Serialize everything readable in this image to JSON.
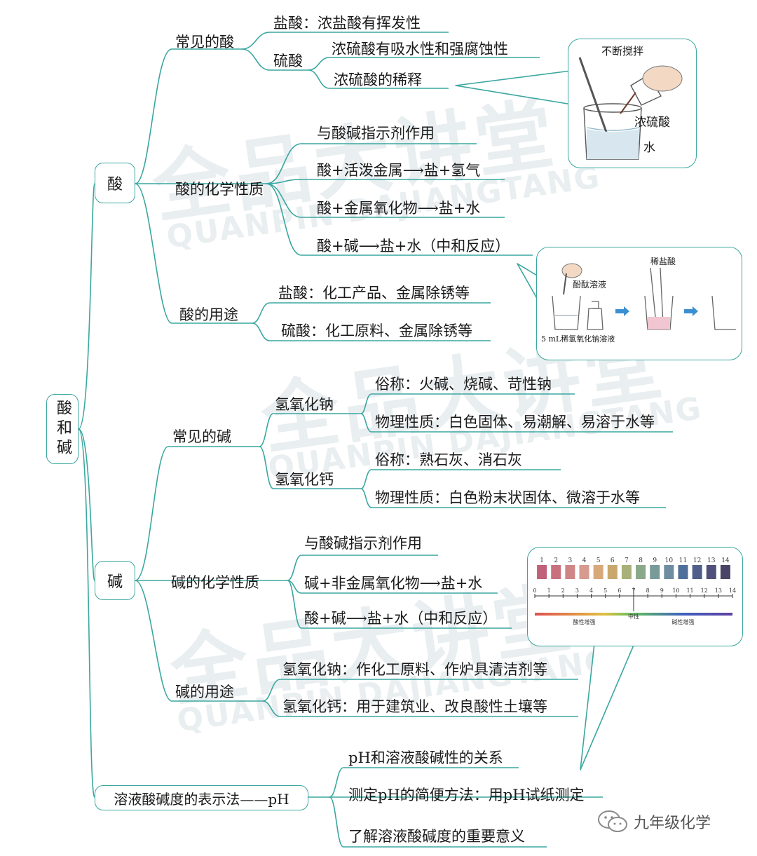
{
  "root": "酸和碱",
  "acid": {
    "label": "酸",
    "common": {
      "label": "常见的酸",
      "hcl": "盐酸：浓盐酸有挥发性",
      "h2so4_label": "硫酸",
      "h2so4_items": [
        "浓硫酸有吸水性和强腐蚀性",
        "浓硫酸的稀释"
      ]
    },
    "chem": {
      "label": "酸的化学性质",
      "items": [
        "与酸碱指示剂作用",
        "酸+活泼金属⟶盐+氢气",
        "酸+金属氧化物⟶盐+水",
        "酸+碱⟶盐+水（中和反应）"
      ]
    },
    "use": {
      "label": "酸的用途",
      "items": [
        "盐酸：化工产品、金属除锈等",
        "硫酸：化工原料、金属除锈等"
      ]
    }
  },
  "base": {
    "label": "碱",
    "common": {
      "label": "常见的碱",
      "naoh_label": "氢氧化钠",
      "naoh_items": [
        "俗称：火碱、烧碱、苛性钠",
        "物理性质：白色固体、易潮解、易溶于水等"
      ],
      "caoh_label": "氢氧化钙",
      "caoh_items": [
        "俗称：熟石灰、消石灰",
        "物理性质：白色粉末状固体、微溶于水等"
      ]
    },
    "chem": {
      "label": "碱的化学性质",
      "items": [
        "与酸碱指示剂作用",
        "碱+非金属氧化物⟶盐+水",
        "酸+碱⟶盐+水（中和反应）"
      ]
    },
    "use": {
      "label": "碱的用途",
      "items": [
        "氢氧化钠：作化工原料、作炉具清洁剂等",
        "氢氧化钙：用于建筑业、改良酸性土壤等"
      ]
    }
  },
  "ph": {
    "label": "溶液酸碱度的表示法——pH",
    "items": [
      "pH和溶液酸碱性的关系",
      "测定pH的简便方法：用pH试纸测定",
      "了解溶液酸碱度的重要意义"
    ]
  },
  "dilution_figure": {
    "stir": "不断搅拌",
    "acid": "浓硫酸",
    "water": "水"
  },
  "neutralization_figure": {
    "indicator": "酚酞溶液",
    "acid": "稀盐酸",
    "base": "5 mL稀氢氧化钠溶液"
  },
  "ph_scale": {
    "numbers": [
      "1",
      "2",
      "3",
      "4",
      "5",
      "6",
      "7",
      "8",
      "9",
      "10",
      "11",
      "12",
      "13",
      "14"
    ],
    "axis": [
      "0",
      "1",
      "2",
      "3",
      "4",
      "5",
      "6",
      "7",
      "8",
      "9",
      "10",
      "11",
      "12",
      "13",
      "14"
    ],
    "neutral": "中性",
    "acid_label": "酸性增强",
    "base_label": "碱性增强",
    "colors": [
      "#c0607a",
      "#c8707e",
      "#cf8486",
      "#d69a8e",
      "#d7a87a",
      "#c8a86c",
      "#a9b07a",
      "#8aa88a",
      "#7a9a9a",
      "#6f8ca0",
      "#4f6f9a",
      "#4f5f8a",
      "#50507a",
      "#4a4566"
    ]
  },
  "watermark": {
    "cn": "全品大讲堂",
    "en": "QUANPIN DAJIANGTANG"
  },
  "logo": "九年级化学",
  "colors": {
    "line": "#3aa7a0"
  }
}
